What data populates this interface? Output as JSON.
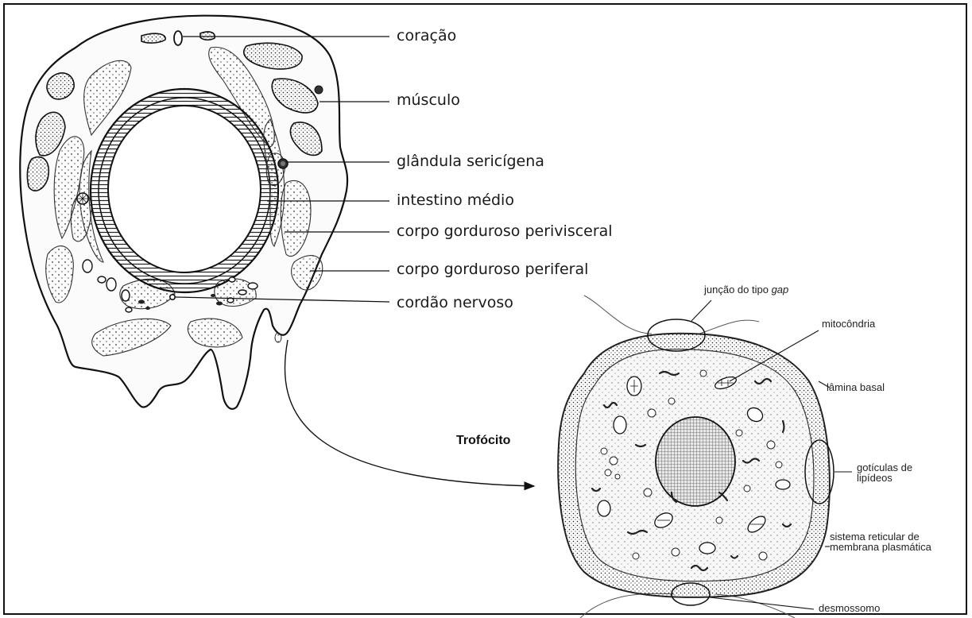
{
  "left_labels": {
    "coracao": "coração",
    "musculo": "músculo",
    "glandula": "glândula sericígena",
    "intestino": "intestino médio",
    "perivisceral": "corpo gorduroso perivisceral",
    "periferal": "corpo gorduroso periferal",
    "cordao": "cordão nervoso"
  },
  "cell": {
    "title": "Trofócito",
    "juncao_prefix": "junção do tipo ",
    "juncao_italic": "gap",
    "mitocondria": "mitocôndria",
    "lamina": "lâmina basal",
    "goticulas_line1": "gotículas de",
    "goticulas_line2": "lipídeos",
    "sistema_line1": "sistema reticular de",
    "sistema_line2": "membrana plasmática",
    "desmossomo": "desmossomo"
  }
}
